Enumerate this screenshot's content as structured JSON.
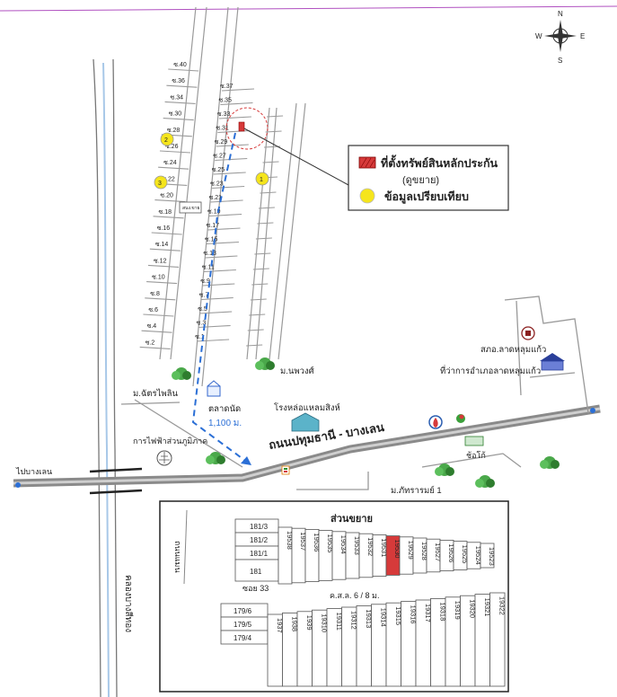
{
  "compass": {
    "n": "N",
    "s": "S",
    "e": "E",
    "w": "W"
  },
  "legend": {
    "property_label": "ที่ตั้งทรัพย์สินหลักประกัน",
    "property_sub": "(ดูขยาย)",
    "comparison_label": "ข้อมูลเปรียบเทียบ",
    "property_color": "#d63a3a",
    "comparison_color": "#f5e51c"
  },
  "roads": {
    "main_road": "ถนนปทุมธานี - บางเลน",
    "to_banglen": "ไปบางเลน",
    "canal": "คลองบางสีทอง",
    "distance": "1,100 ม."
  },
  "places": {
    "market": "ตลาดนัด",
    "factory": "โรงหล่อแหลมสิงห์",
    "electric": "การไฟฟ้าส่วนภูมิภาค",
    "police": "สภอ.ลาดหลุมแก้ว",
    "district_office": "ที่ว่าการอำเภอลาดหลุมแก้ว",
    "moo_chatrapailin": "ม.ฉัตรไพลิน",
    "moo_napaworn": "ม.นพวงศ์",
    "moo_patcharamai": "ม.ภัทรารมย์ 1",
    "chok_chai": "ช้อโก้",
    "sales_office": "สนง.ขาย"
  },
  "comparison_points": [
    "1",
    "2",
    "3"
  ],
  "soi_left": [
    "ซ.40",
    "ซ.36",
    "ซ.34",
    "ซ.30",
    "ซ.28",
    "ซ.26",
    "ซ.24",
    "ซ.22",
    "ซ.20",
    "ซ.18",
    "ซ.16",
    "ซ.14",
    "ซ.12",
    "ซ.10",
    "ซ.8",
    "ซ.6",
    "ซ.4",
    "ซ.2"
  ],
  "soi_right": [
    "ซ.37",
    "ซ.35",
    "ซ.33",
    "ซ.31",
    "ซ.29",
    "ซ.27",
    "ซ.25",
    "ซ.23",
    "ซ.21",
    "ซ.19",
    "ซ.17",
    "ซ.15",
    "ซ.13",
    "ซ.11",
    "ซ.9",
    "ซ.7",
    "ซ.5",
    "ซ.3",
    "ซ.1"
  ],
  "inset": {
    "title": "ส่วนขยาย",
    "road_left": "ถนนแมน",
    "soi33": "ซอย 33",
    "road_width": "ค.ส.ล. 6 / 8 ม.",
    "left_upper": [
      "181/3",
      "181/2",
      "181/1",
      "181"
    ],
    "left_lower": [
      "179/6",
      "179/5",
      "179/4"
    ],
    "upper_plots": [
      "19538",
      "19537",
      "19536",
      "19535",
      "19534",
      "19533",
      "19532",
      "19531",
      "19530",
      "19529",
      "19528",
      "19527",
      "19526",
      "19525",
      "19524",
      "19523"
    ],
    "highlight_plot": "19530",
    "lower_plots": [
      "1937",
      "1938",
      "1939",
      "19310",
      "19311",
      "19312",
      "19313",
      "19314",
      "19315",
      "19316",
      "19317",
      "19318",
      "19319",
      "19320",
      "19321",
      "19322"
    ]
  }
}
